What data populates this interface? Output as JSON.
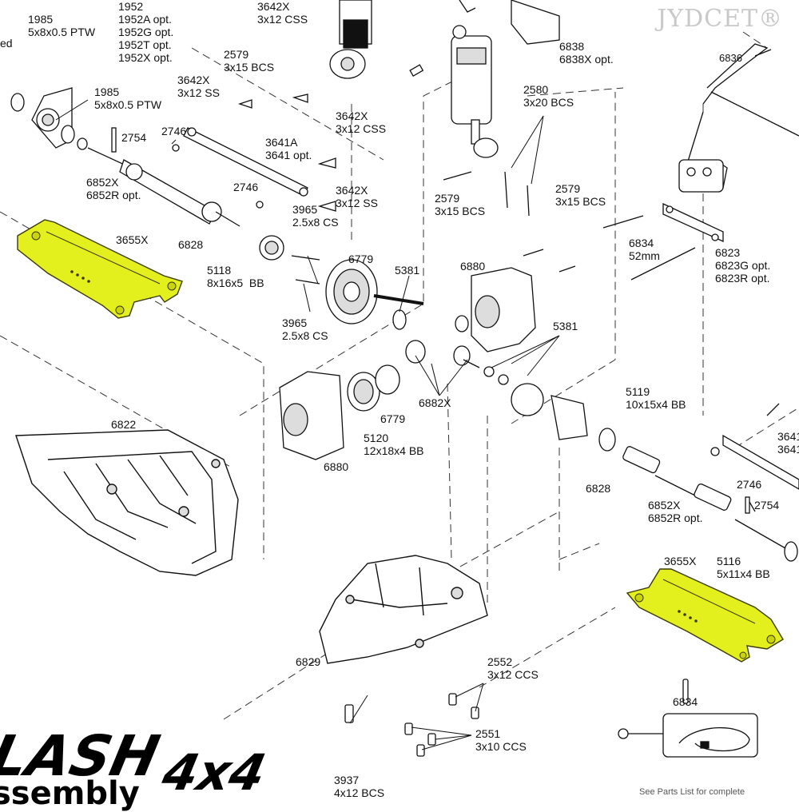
{
  "watermark": "JYDCET®",
  "title": {
    "main": "LASH",
    "sub": "4x4",
    "assembly": "ssembly"
  },
  "footnote": "See Parts List for complete",
  "labels": {
    "l1952": [
      "1952",
      "1952A opt.",
      "1952G opt.",
      "1952T opt.",
      "1952X opt."
    ],
    "l1985a": [
      "1985",
      "5x8x0.5 PTW"
    ],
    "l1985b": [
      "1985",
      "5x8x0.5 PTW"
    ],
    "led": [
      "ed"
    ],
    "l3642x_top": [
      "3642X",
      "3x12 CSS"
    ],
    "l6838": [
      "6838",
      "6838X opt."
    ],
    "l6836": [
      "6836"
    ],
    "l2579a": [
      "2579",
      "3x15 BCS"
    ],
    "l3642x_ss1": [
      "3642X",
      "3x12 SS"
    ],
    "l2754a": [
      "2754"
    ],
    "l2746a": [
      "2746"
    ],
    "l3641a": [
      "3641A",
      "3641 opt."
    ],
    "l3642x_css2": [
      "3642X",
      "3x12 CSS"
    ],
    "l2580": [
      "2580",
      "3x20 BCS"
    ],
    "l6852x_a": [
      "6852X",
      "6852R opt."
    ],
    "l2746b": [
      "2746"
    ],
    "l3642x_ss2": [
      "3642X",
      "3x12 SS"
    ],
    "l2579b": [
      "2579",
      "3x15 BCS"
    ],
    "l2579c": [
      "2579",
      "3x15 BCS"
    ],
    "l3655x_a": [
      "3655X"
    ],
    "l3965a": [
      "3965",
      "2.5x8 CS"
    ],
    "l6828a": [
      "6828"
    ],
    "l6779a": [
      "6779"
    ],
    "l6880a": [
      "6880"
    ],
    "l6834a": [
      "6834",
      "52mm"
    ],
    "l6823": [
      "6823",
      "6823G opt.",
      "6823R opt."
    ],
    "l5118": [
      "5118",
      "8x16x5  BB"
    ],
    "l5381a": [
      "5381"
    ],
    "l3965b": [
      "3965",
      "2.5x8 CS"
    ],
    "l5381b": [
      "5381"
    ],
    "l6882x": [
      "6882X"
    ],
    "l6822": [
      "6822"
    ],
    "l6779b": [
      "6779"
    ],
    "l5119": [
      "5119",
      "10x15x4 BB"
    ],
    "l5120": [
      "5120",
      "12x18x4 BB"
    ],
    "l6880b": [
      "6880"
    ],
    "l6828b": [
      "6828"
    ],
    "l3641_r": [
      "3641",
      "3641"
    ],
    "l2746c": [
      "2746"
    ],
    "l2754b": [
      "2754"
    ],
    "l6852x_b": [
      "6852X",
      "6852R opt."
    ],
    "l3655x_b": [
      "3655X"
    ],
    "l5116": [
      "5116",
      "5x11x4 BB"
    ],
    "l6829": [
      "6829"
    ],
    "l2552": [
      "2552",
      "3x12 CCS"
    ],
    "l6834b": [
      "6834"
    ],
    "l2551": [
      "2551",
      "3x10 CCS"
    ],
    "l3937": [
      "3937",
      "4x12 BCS"
    ]
  },
  "colors": {
    "highlight": "#e4ef1e",
    "line": "#1a1a1a",
    "part_fill": "#ffffff",
    "part_shade": "#d9d9d9"
  }
}
